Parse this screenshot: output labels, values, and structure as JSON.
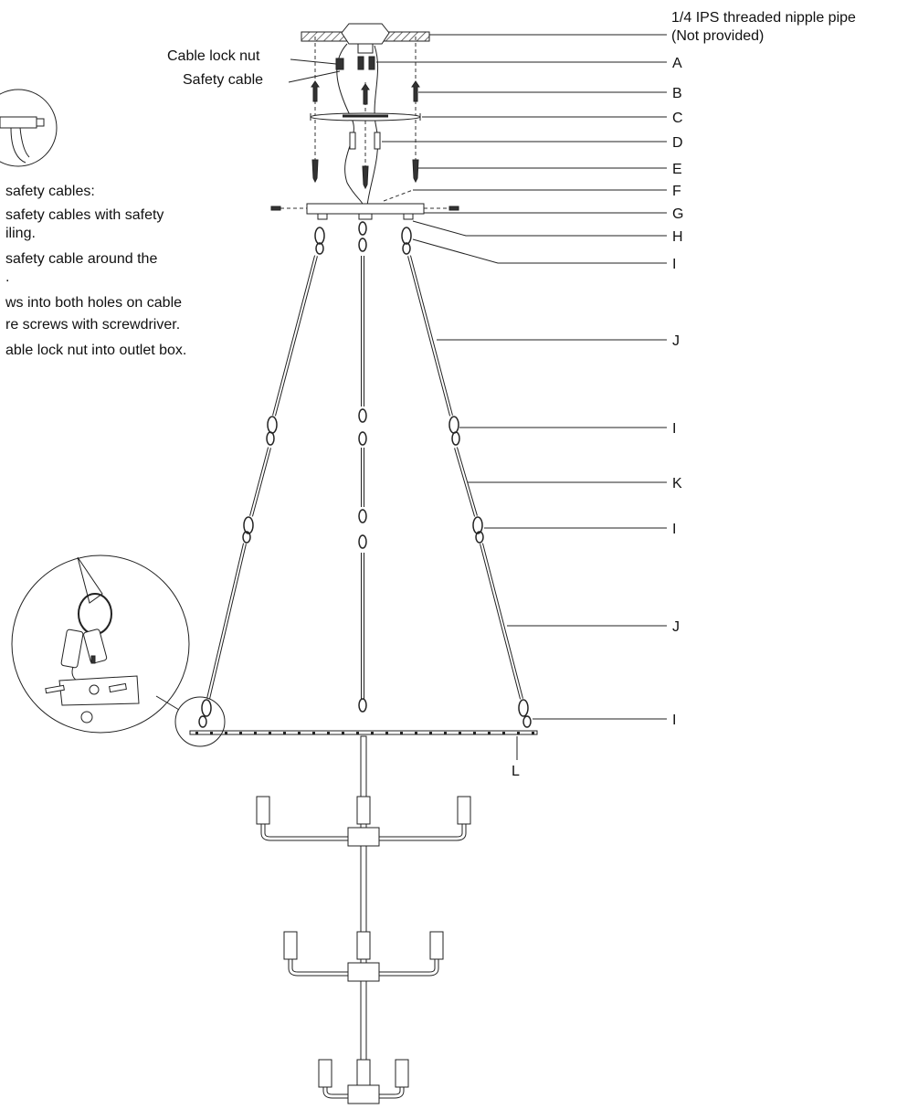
{
  "callouts": {
    "pipe_line1": "1/4 IPS threaded nipple pipe",
    "pipe_line2": "(Not provided)",
    "cable_lock_nut": "Cable lock nut",
    "safety_cable": "Safety cable",
    "A": "A",
    "B": "B",
    "C": "C",
    "D": "D",
    "E": "E",
    "F": "F",
    "G": "G",
    "H": "H",
    "I1": "I",
    "J1": "J",
    "I2": "I",
    "K": "K",
    "I3": "I",
    "J2": "J",
    "I4": "I",
    "L": "L"
  },
  "instructions": [
    "safety cables:",
    "safety cables with safety",
    "iling.",
    "safety cable around the",
    ".",
    "ws into both holes on cable",
    "re screws with screwdriver.",
    "able lock nut into outlet box."
  ],
  "icons": [
    "ceiling-mount-icon",
    "canopy-icon",
    "shackle-icon",
    "candle-socket-icon",
    "detail-magnifier-icon"
  ]
}
